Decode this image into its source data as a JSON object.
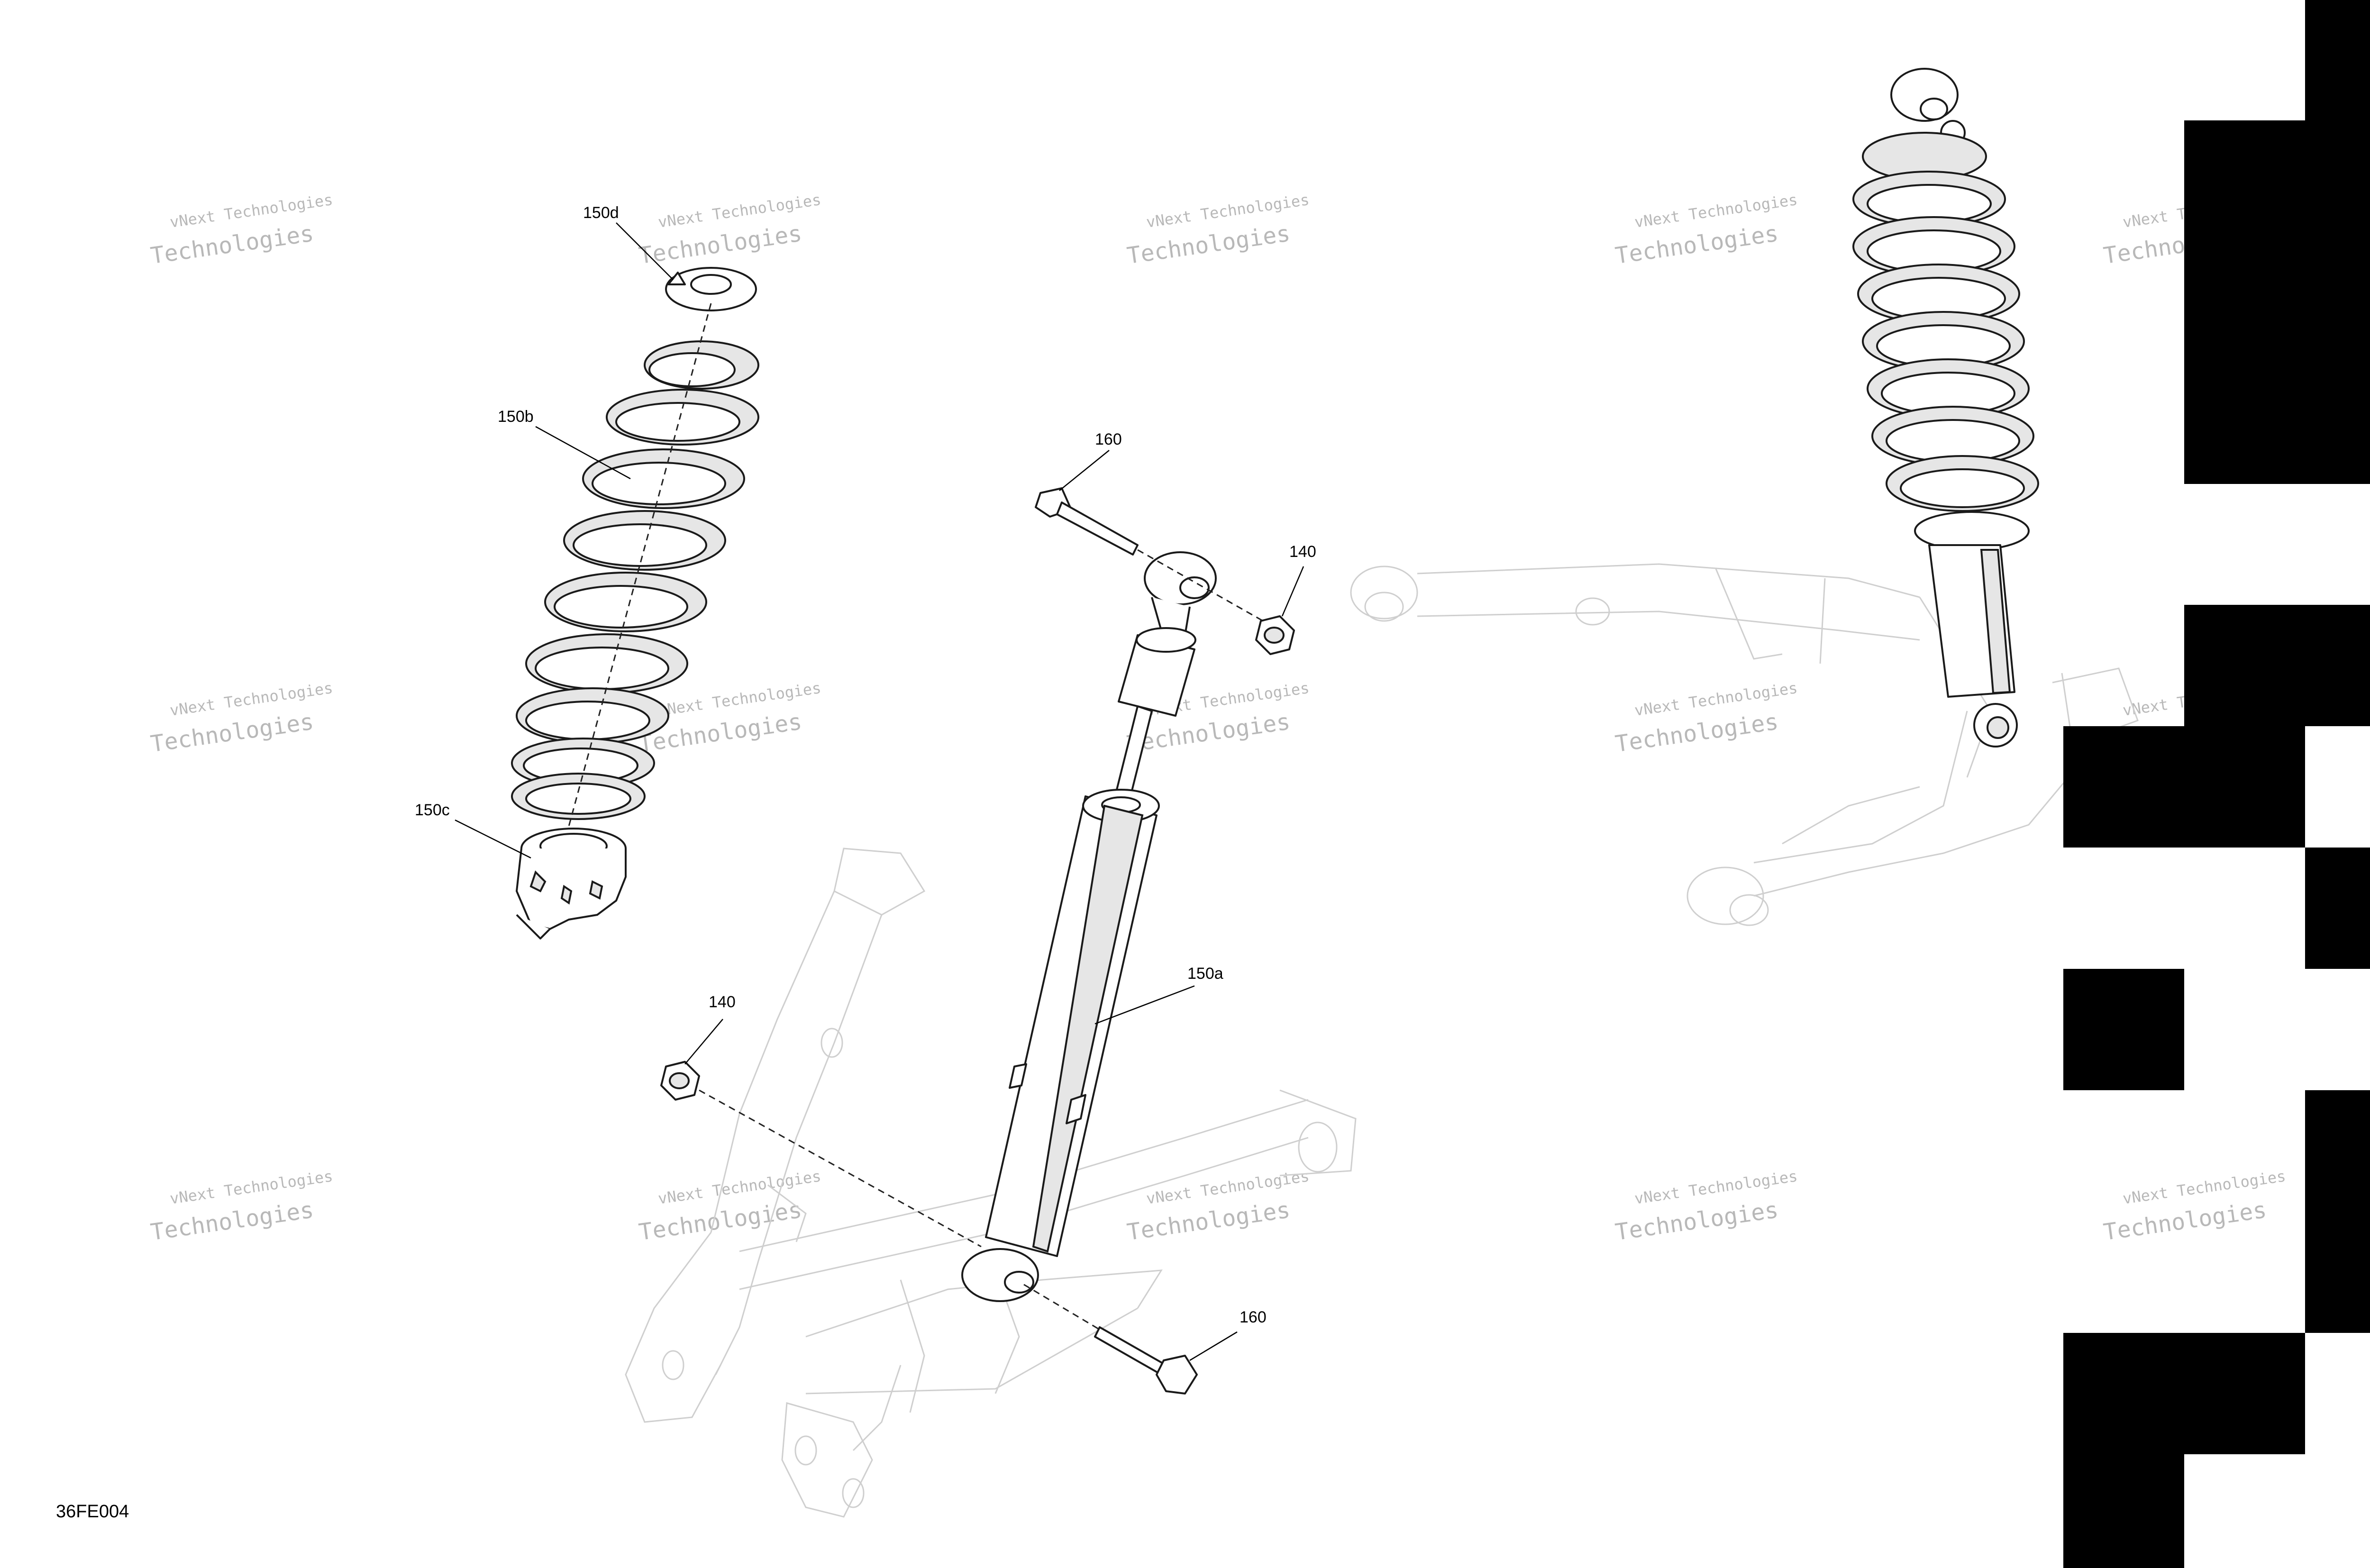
{
  "figure_code": "36FE004",
  "watermark": {
    "line1": "vNext Technologies",
    "line2": "Technologies"
  },
  "callouts": {
    "spring_seat_top": "150d",
    "spring": "150b",
    "spring_seat_bottom": "150c",
    "bolt_top": "160",
    "nut_top": "140",
    "shock_body": "150a",
    "nut_bottom": "140",
    "bolt_bottom": "160"
  },
  "colors": {
    "linework": "#1a1a1a",
    "ghost_frame": "#cfcfcf",
    "watermark": "#b8b8b8",
    "registration_blocks": "#000000"
  }
}
